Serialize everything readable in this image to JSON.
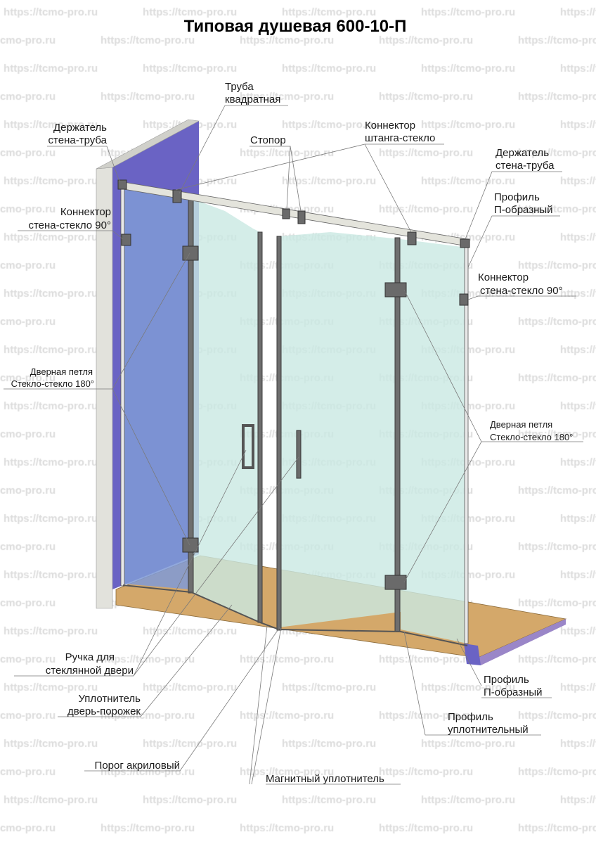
{
  "title": "Типовая душевая 600-10-П",
  "watermark": "https://tcmo-pro.ru",
  "colors": {
    "wall_face": "#6a63c4",
    "wall_edge": "#e2e2dc",
    "floor": "#d4a86a",
    "glass": "#c9e8e2",
    "frame": "#6e6e6e"
  },
  "labels": {
    "pipe": [
      "Труба",
      "квадратная"
    ],
    "holder_left": [
      "Держатель",
      "стена-труба"
    ],
    "stopper": [
      "Стопор"
    ],
    "rod_connector": [
      "Коннектор",
      "штанга-стекло"
    ],
    "holder_right": [
      "Держатель",
      "стена-труба"
    ],
    "u_profile_top": [
      "Профиль",
      "П-образный"
    ],
    "wall_conn_left": [
      "Коннектор",
      "стена-стекло 90°"
    ],
    "wall_conn_right": [
      "Коннектор",
      "стена-стекло 90°"
    ],
    "hinge_left": [
      "Дверная петля",
      "Стекло-стекло 180°"
    ],
    "hinge_right": [
      "Дверная петля",
      "Стекло-стекло 180°"
    ],
    "handle": [
      "Ручка для",
      "стеклянной двери"
    ],
    "door_seal": [
      "Уплотнитель",
      "дверь-порожек"
    ],
    "threshold": [
      "Порог акриловый"
    ],
    "magnetic_seal": [
      "Магнитный уплотнитель"
    ],
    "u_profile_bottom": [
      "Профиль",
      "П-образный"
    ],
    "seal_profile": [
      "Профиль",
      "уплотнительный"
    ]
  }
}
